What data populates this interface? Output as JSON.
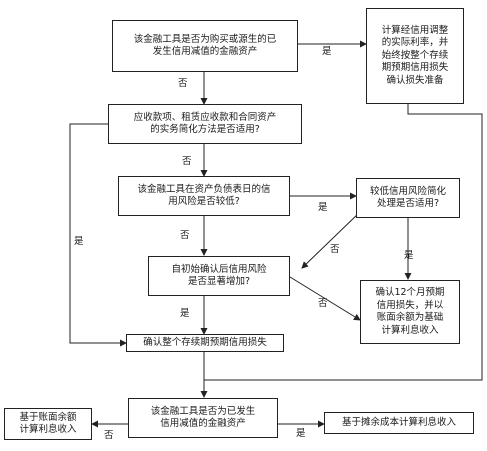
{
  "nodes": {
    "q_purchased": "该金融工具是否为购买或源生的已\n发生信用减值的金融资产",
    "credit_adjusted_rate": "计算经信用调整\n的实际利率，并\n始终按整个存续\n期预期信用损失\n确认损失准备",
    "q_practical_expedient": "应收款项、租赁应收款和合同资产\n的实务简化方法是否适用?",
    "q_low_risk_at_date": "该金融工具在资产负债表日的信\n用风险是否较低?",
    "q_low_risk_simplified": "较低信用风险简化\n处理是否适用?",
    "q_significant_increase": "自初始确认后信用风险\n是否显著增加?",
    "twelve_month_ecl": "确认12个月预期\n信用损失，并以\n账面余额为基础\n计算利息收入",
    "lifetime_ecl": "确认整个存续期预期信用损失",
    "q_credit_impaired": "该金融工具是否为已发生\n信用减值的金融资产",
    "interest_on_gross": "基于账面余额\n计算利息收入",
    "interest_on_amortized": "基于摊余成本计算利息收入"
  },
  "labels": {
    "yes": "是",
    "no": "否"
  },
  "colors": {
    "line": "#222222",
    "box_border": "#222222",
    "background": "#ffffff"
  }
}
